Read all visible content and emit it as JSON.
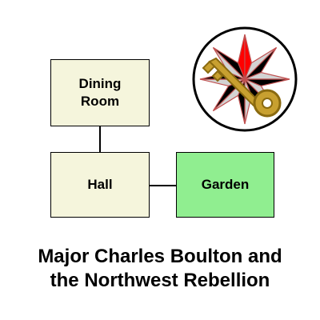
{
  "map": {
    "rooms": [
      {
        "id": "dining",
        "label": "Dining\nRoom",
        "fill": "#f5f5dc"
      },
      {
        "id": "hall",
        "label": "Hall",
        "fill": "#f5f5dc"
      },
      {
        "id": "garden",
        "label": "Garden",
        "fill": "#90ee90"
      }
    ]
  },
  "badge": {
    "icon": "star-key-badge-icon",
    "colors": {
      "ring": "#000000",
      "background": "#ffffff",
      "star_light": "#d3d3d3",
      "star_dark": "#000000",
      "star_red": "#ff0000",
      "key": "#c8a030"
    }
  },
  "title": {
    "line1": "Major Charles Boulton and",
    "line2": "the Northwest Rebellion"
  }
}
